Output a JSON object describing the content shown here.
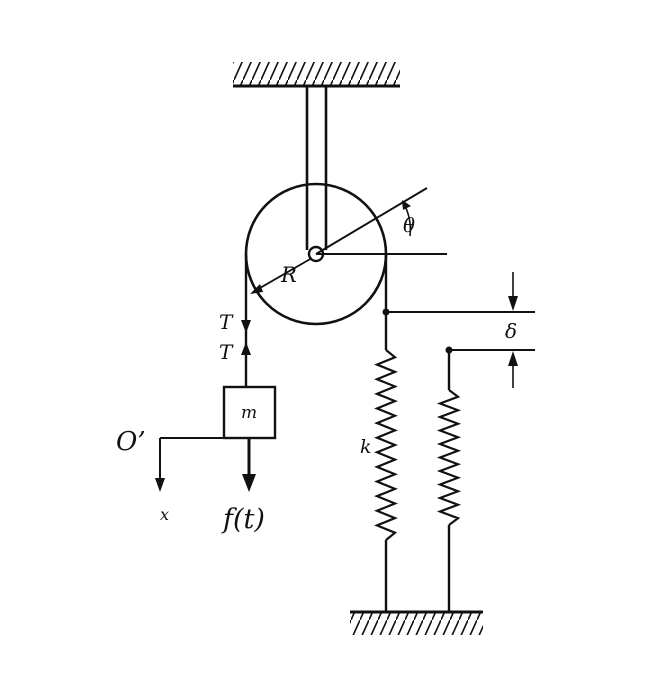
{
  "labels": {
    "theta": "θ",
    "radius": "R",
    "tension_top": "T",
    "tension_bottom": "T",
    "mass": "m",
    "origin": "O’",
    "axis_x": "x",
    "force": "f(t)",
    "spring_constant": "k",
    "delta": "δ"
  },
  "colors": {
    "ink": "#111111",
    "background": "#ffffff"
  }
}
